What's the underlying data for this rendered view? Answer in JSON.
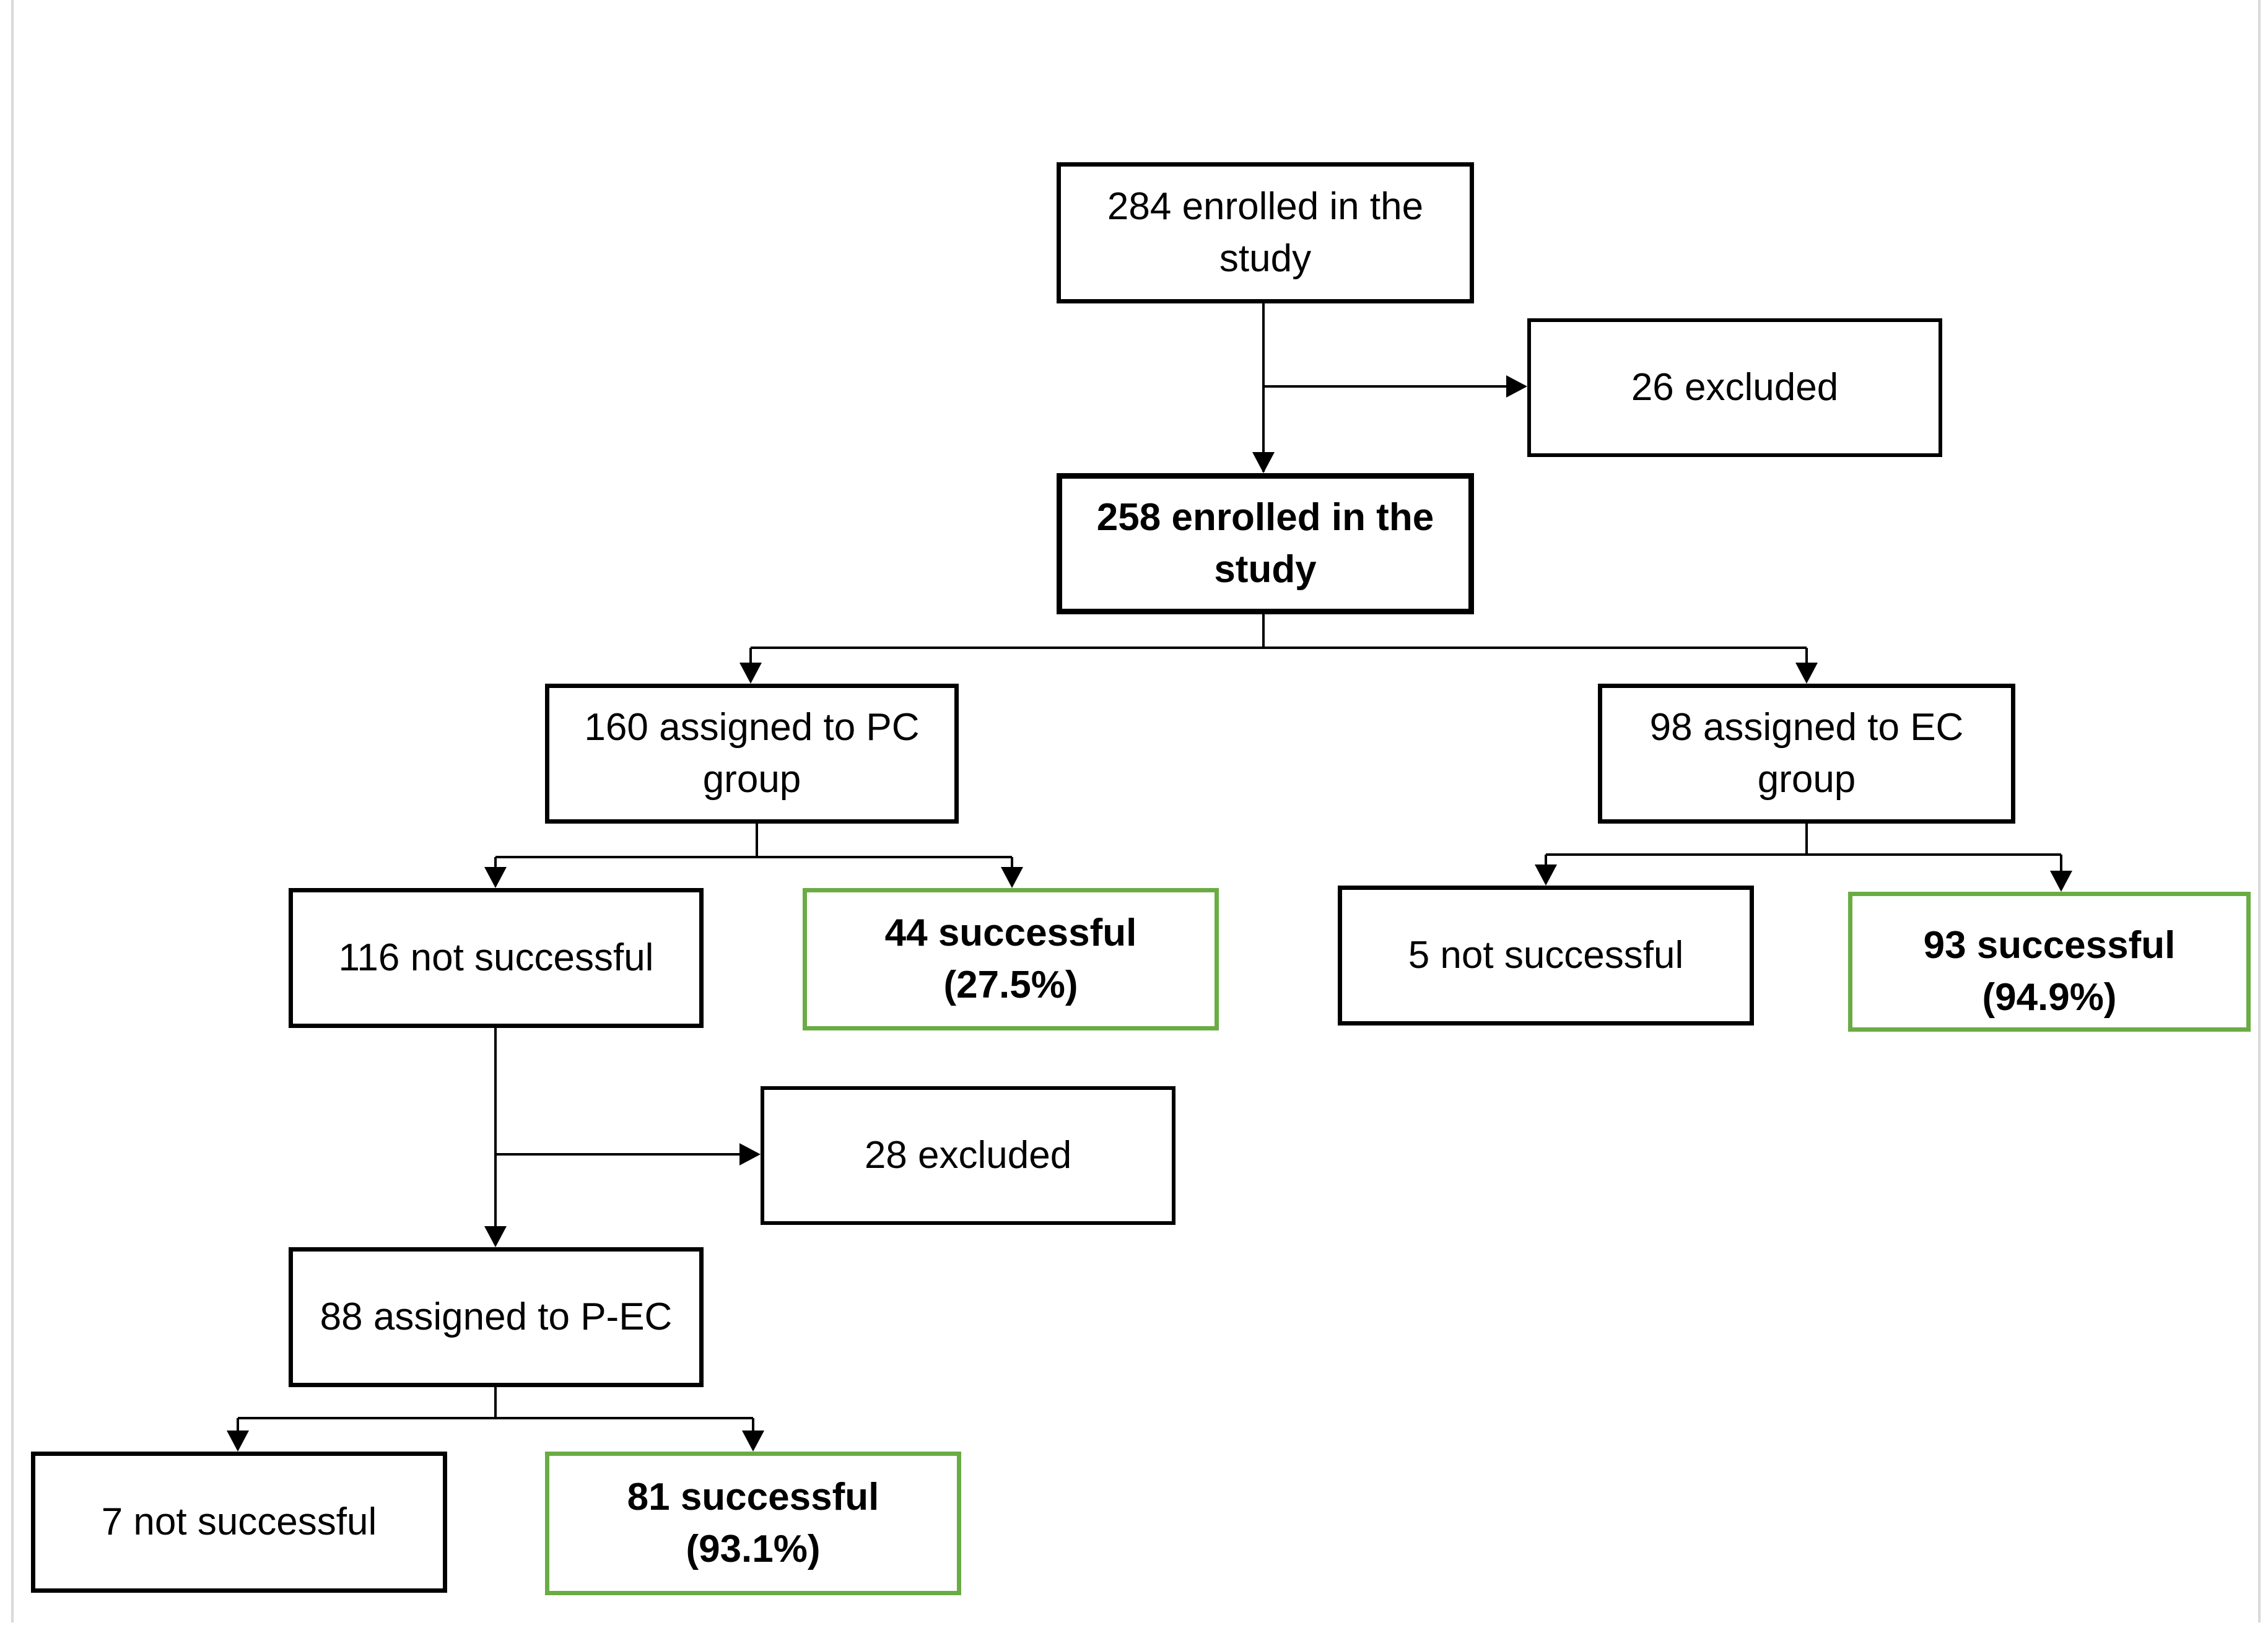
{
  "diagram": {
    "nodes": {
      "enrolled_initial": {
        "text": "284 enrolled in the\nstudy"
      },
      "excluded_first": {
        "text": "26 excluded"
      },
      "enrolled_final": {
        "text": "258 enrolled in the\nstudy"
      },
      "pc_group": {
        "text": "160 assigned to PC\ngroup"
      },
      "ec_group": {
        "text": "98 assigned to EC\ngroup"
      },
      "pc_not_successful": {
        "text": "116 not successful"
      },
      "pc_successful": {
        "text": "44 successful\n(27.5%)"
      },
      "ec_not_successful": {
        "text": "5 not successful"
      },
      "ec_successful": {
        "text": "93 successful\n(94.9%)"
      },
      "excluded_second": {
        "text": "28 excluded"
      },
      "pec_group": {
        "text": "88 assigned to P-EC"
      },
      "pec_not_successful": {
        "text": "7 not successful"
      },
      "pec_successful": {
        "text": "81 successful\n(93.1%)"
      }
    },
    "colors": {
      "line": "#000000",
      "success_border": "#6aac44",
      "default_border": "#000000"
    }
  }
}
